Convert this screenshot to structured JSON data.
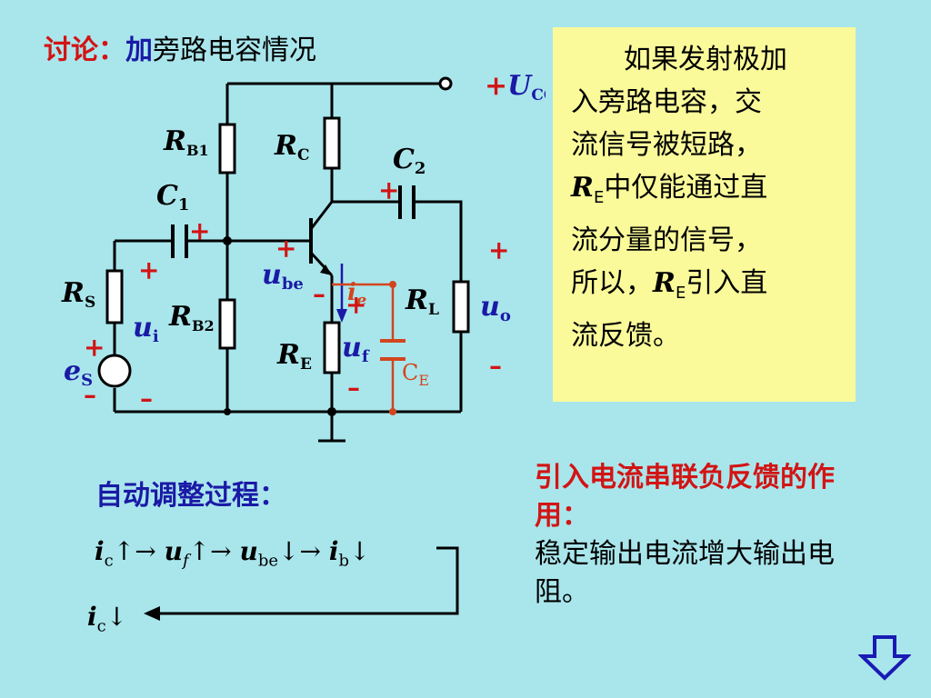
{
  "title": {
    "part1": "讨论：",
    "part2": "加",
    "part3": "旁路电容情况"
  },
  "note": {
    "line1": "如果发射极加",
    "line2": "入旁路电容，交",
    "line3": "流信号被短路，",
    "line4_sym": "R",
    "line4_sub": "E",
    "line4_text": "中仅能通过直",
    "line5": "流分量的信号，",
    "line6_pre": "所以，",
    "line6_sym": "R",
    "line6_sub": "E",
    "line6_text": "引入直",
    "line7": "流反馈。"
  },
  "circuit": {
    "ucc_sign": "+",
    "ucc": "U",
    "ucc_sub": "CC",
    "rb1": "R",
    "rb1_sub": "B1",
    "rc": "R",
    "rc_sub": "C",
    "c2": "C",
    "c2_sub": "2",
    "c1": "C",
    "c1_sub": "1",
    "rs": "R",
    "rs_sub": "S",
    "rb2": "R",
    "rb2_sub": "B2",
    "re": "R",
    "re_sub": "E",
    "rl": "R",
    "rl_sub": "L",
    "ui": "u",
    "ui_sub": "i",
    "es": "e",
    "es_sub": "S",
    "ube": "u",
    "ube_sub": "be",
    "ie": "i",
    "ie_sub": "e",
    "uf": "u",
    "uf_sub": "f",
    "uo": "u",
    "uo_sub": "o",
    "ce": "C",
    "ce_sub": "E",
    "plus": "+",
    "minus": "–",
    "colors": {
      "wire": "#000000",
      "bypass": "#d2461e",
      "label": "#1a1aa6",
      "sign": "#d21414"
    }
  },
  "process": {
    "title": "自动调整过程：",
    "ic": "i",
    "ic_sub": "c",
    "uf": "u",
    "uf_sub": "f",
    "ube": "u",
    "ube_sub": "be",
    "ib": "i",
    "ib_sub": "b",
    "up": "↑",
    "down": "↓",
    "arrow": "→"
  },
  "role": {
    "head": "引入电流串联负反馈的作用：",
    "body": "稳定输出电流增大输出电阻。"
  },
  "nav": {
    "icon": "down-arrow-icon"
  }
}
